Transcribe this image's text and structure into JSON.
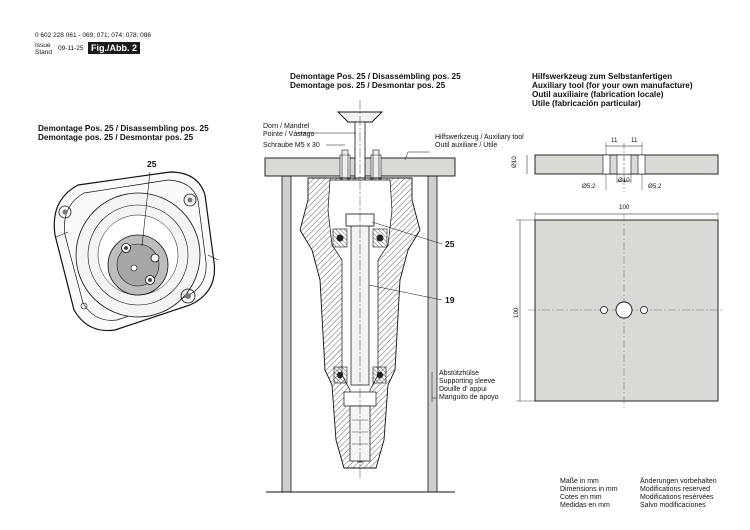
{
  "header": {
    "part_number": "0 602 228 061 - 069; 071; 074; 078; 086",
    "issue_label_1": "Issue",
    "issue_label_2": "Stand",
    "issue_date": "09-11-25",
    "figure_label": "Fig./Abb. 2"
  },
  "left_view": {
    "title_1": "Demontage Pos. 25 / Disassembling pos. 25",
    "title_2": "Demontage pos. 25 / Desmontar pos. 25",
    "callout": "25"
  },
  "center_view": {
    "title_1": "Demontage Pos. 25 / Disassembling pos. 25",
    "title_2": "Demontage pos. 25 / Desmontar pos. 25",
    "mandrel_1": "Dorn / Mandrel",
    "mandrel_2": "Pointe / Vástago",
    "screw": "Schraube M5 x 30",
    "tool_1": "Hilfswerkzeug / Auxiliary tool",
    "tool_2": "Outil auxiliare / Utile",
    "callout_25": "25",
    "callout_19": "19",
    "sleeve_1": "Abstützhülse",
    "sleeve_2": "Supporting sleeve",
    "sleeve_3": "Douille d' appui",
    "sleeve_4": "Manguito de apoyo"
  },
  "right_view": {
    "title_1": "Hilfswerkzeug zum Selbstanfertigen",
    "title_2": "Auxiliary tool (for your own manufacture)",
    "title_3": "Outil auxiliaire (fabrication locale)",
    "title_4": "Utile (fabricación particular)",
    "dim_11a": "11",
    "dim_11b": "11",
    "dim_10_thk": "10",
    "dim_hole_left": "5,2",
    "dim_hole_center": "10",
    "dim_hole_right": "5,2",
    "dim_width": "100",
    "dim_height": "100"
  },
  "footer": {
    "units_1": "Maße in mm",
    "units_2": "Dimensions in mm",
    "units_3": "Cotes en mm",
    "units_4": "Medidas en mm",
    "rights_1": "Änderungen vorbehalten",
    "rights_2": "Modifications reserved",
    "rights_3": "Modifications resérvées",
    "rights_4": "Salvo modificaciones"
  },
  "colors": {
    "tool_fill": "#d8dad5",
    "hatch": "#6e6e6e",
    "line": "#111111"
  }
}
